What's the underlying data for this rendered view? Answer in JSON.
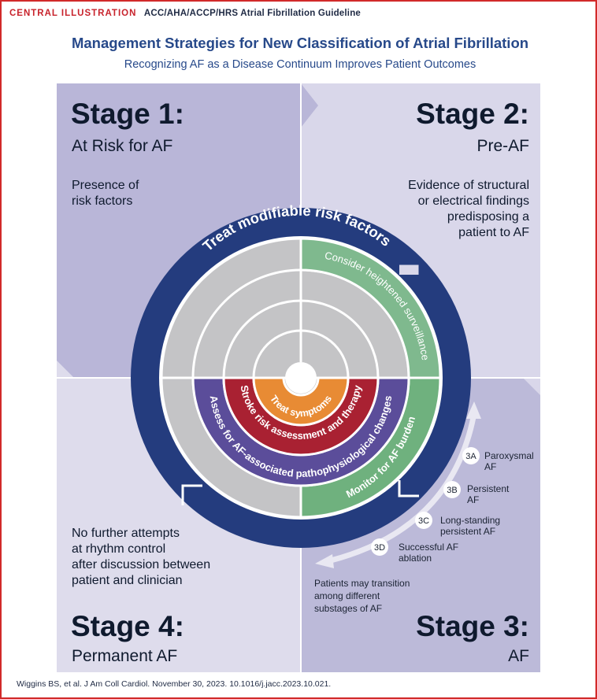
{
  "header": {
    "brand": "CENTRAL ILLUSTRATION",
    "guideline": "ACC/AHA/ACCP/HRS Atrial Fibrillation Guideline"
  },
  "title": "Management Strategies for New Classification of Atrial Fibrillation",
  "subtitle": "Recognizing AF as a Disease Continuum Improves Patient Outcomes",
  "stages": {
    "s1": {
      "number": "Stage 1:",
      "name": "At Risk for AF",
      "desc": [
        "Presence of",
        "risk factors"
      ]
    },
    "s2": {
      "number": "Stage 2:",
      "name": "Pre-AF",
      "desc": [
        "Evidence of structural",
        "or electrical findings",
        "predisposing a",
        "patient to AF"
      ]
    },
    "s3": {
      "number": "Stage 3:",
      "name": "AF"
    },
    "s4": {
      "number": "Stage 4:",
      "name": "Permanent AF",
      "desc": [
        "No further attempts",
        "at rhythm control",
        "after discussion between",
        "patient and clinician"
      ]
    }
  },
  "rings": {
    "outer": "Treat modifiable risk factors",
    "surveillance": "Consider heightened surveillance",
    "monitor": "Monitor for AF burden",
    "pathophys": "Assess for AF-associated pathophysiological changes",
    "stroke": "Stroke risk assessment and therapy",
    "symptoms": "Treat symptoms"
  },
  "substages": [
    {
      "code": "3A",
      "label": [
        "Paroxysmal",
        "AF"
      ]
    },
    {
      "code": "3B",
      "label": [
        "Persistent",
        "AF"
      ]
    },
    {
      "code": "3C",
      "label": [
        "Long-standing",
        "persistent AF"
      ]
    },
    {
      "code": "3D",
      "label": [
        "Successful AF",
        "ablation"
      ]
    }
  ],
  "transition_note": [
    "Patients may transition",
    "among different",
    "substages of AF"
  ],
  "citation": "Wiggins BS, et al. J Am Coll Cardiol. November 30, 2023. 10.1016/j.jacc.2023.10.021.",
  "colors": {
    "stage1": "#b9b6d8",
    "stage2": "#d9d7ea",
    "stage3": "#bcbad9",
    "stage4": "#dedcec",
    "navy_ring": "#243c7e",
    "green": "#7fb98e",
    "purple": "#5b4d9a",
    "red": "#a92132",
    "orange": "#e88b34",
    "gray": "#c4c4c6",
    "title": "#27498a",
    "brand": "#c8232c"
  }
}
